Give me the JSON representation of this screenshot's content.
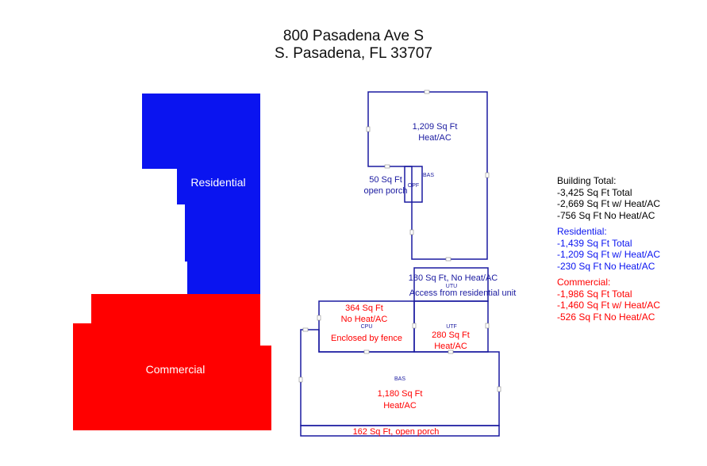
{
  "title": {
    "line1": "800 Pasadena Ave S",
    "line2": "S. Pasadena, FL 33707"
  },
  "colors": {
    "residential": "#0a14f0",
    "commercial": "#ff0000",
    "building_total": "#000000",
    "plan_line": "#1a1aa0"
  },
  "massing": {
    "residential_label": "Residential",
    "commercial_label": "Commercial"
  },
  "plan": {
    "upper_area": "1,209 Sq Ft",
    "upper_type": "Heat/AC",
    "porch_area": "50 Sq Ft",
    "porch_type": "open porch",
    "opf_code": "OPF",
    "bas_code_top": "BAS",
    "utu_area": "180 Sq Ft, No Heat/AC",
    "utu_code": "UTU",
    "utu_note": "Access from residential unit",
    "cpu_area": "364 Sq Ft",
    "cpu_type": "No Heat/AC",
    "cpu_code": "CPU",
    "cpu_note": "Enclosed by fence",
    "utf_code": "UTF",
    "utf_area": "280 Sq Ft",
    "utf_type": "Heat/AC",
    "bas_code_bottom": "BAS",
    "bas_area": "1,180 Sq Ft",
    "bas_type": "Heat/AC",
    "porch2_label": "162 Sq Ft, open porch"
  },
  "legend": {
    "building": {
      "heading": "Building Total:",
      "lines": [
        "-3,425 Sq Ft Total",
        "-2,669 Sq Ft w/ Heat/AC",
        "-756 Sq Ft No Heat/AC"
      ]
    },
    "residential": {
      "heading": "Residential:",
      "lines": [
        "-1,439 Sq Ft Total",
        "-1,209 Sq Ft w/ Heat/AC",
        "-230 Sq Ft No Heat/AC"
      ]
    },
    "commercial": {
      "heading": "Commercial:",
      "lines": [
        "-1,986 Sq Ft Total",
        "-1,460 Sq Ft w/ Heat/AC",
        "-526 Sq Ft No Heat/AC"
      ]
    }
  }
}
